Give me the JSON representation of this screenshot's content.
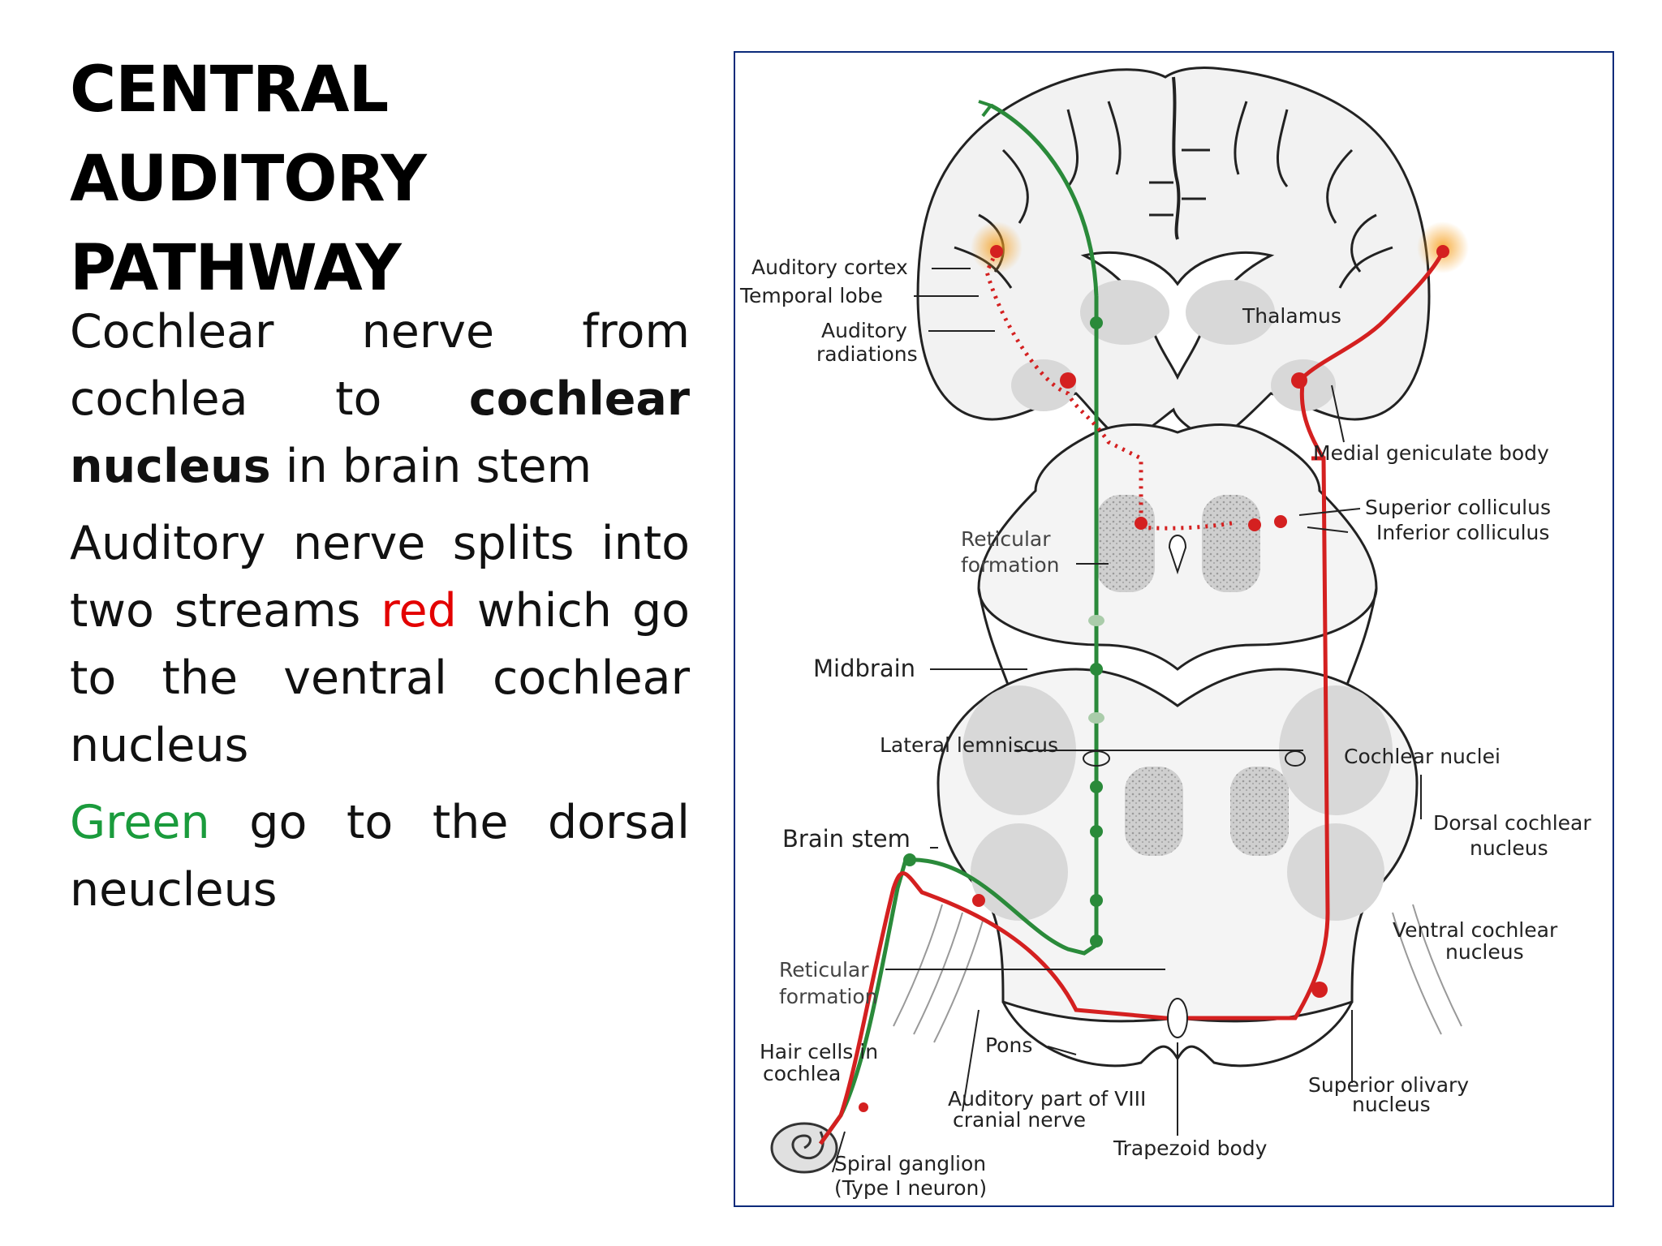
{
  "slide": {
    "title_line1": "CENTRAL AUDITORY",
    "title_line2": "PATHWAY",
    "para1": {
      "t1": "Cochlear nerve from cochlea to ",
      "bold": "cochlear nucleus",
      "t2": " in brain stem"
    },
    "para2": {
      "t1": "Auditory nerve splits into two streams ",
      "red_word": "red",
      "t2": " which go to the ventral cochlear nucleus"
    },
    "para3": {
      "green_word": "Green",
      "t2": " go to the dorsal neucleus"
    },
    "colors": {
      "red": "#e30000",
      "green": "#1a9b3c",
      "frame": "#0a2a7a"
    }
  },
  "figure": {
    "labels": {
      "auditory_cortex": "Auditory cortex",
      "temporal_lobe": "Temporal lobe",
      "auditory_radiations_1": "Auditory",
      "auditory_radiations_2": "radiations",
      "thalamus": "Thalamus",
      "medial_geniculate": "Medial geniculate body",
      "superior_colliculus": "Superior colliculus",
      "inferior_colliculus": "Inferior colliculus",
      "reticular_formation_top_1": "Reticular",
      "reticular_formation_top_2": "formation",
      "midbrain": "Midbrain",
      "lateral_lemniscus": "Lateral lemniscus",
      "cochlear_nuclei": "Cochlear nuclei",
      "dorsal_cochlear_1": "Dorsal cochlear",
      "dorsal_cochlear_2": "nucleus",
      "brain_stem": "Brain stem",
      "ventral_cochlear_1": "Ventral cochlear",
      "ventral_cochlear_2": "nucleus",
      "reticular_formation_bottom_1": "Reticular",
      "reticular_formation_bottom_2": "formation",
      "hair_cells_1": "Hair cells in",
      "hair_cells_2": "cochlea",
      "pons": "Pons",
      "auditory_part_1": "Auditory part of VIII",
      "auditory_part_2": "cranial nerve",
      "superior_olivary_1": "Superior olivary",
      "superior_olivary_2": "nucleus",
      "trapezoid_body": "Trapezoid body",
      "spiral_ganglion_1": "Spiral ganglion",
      "spiral_ganglion_2": "(Type I neuron)"
    },
    "pathway_colors": {
      "red": "#d42020",
      "green": "#2a8a3a"
    }
  }
}
